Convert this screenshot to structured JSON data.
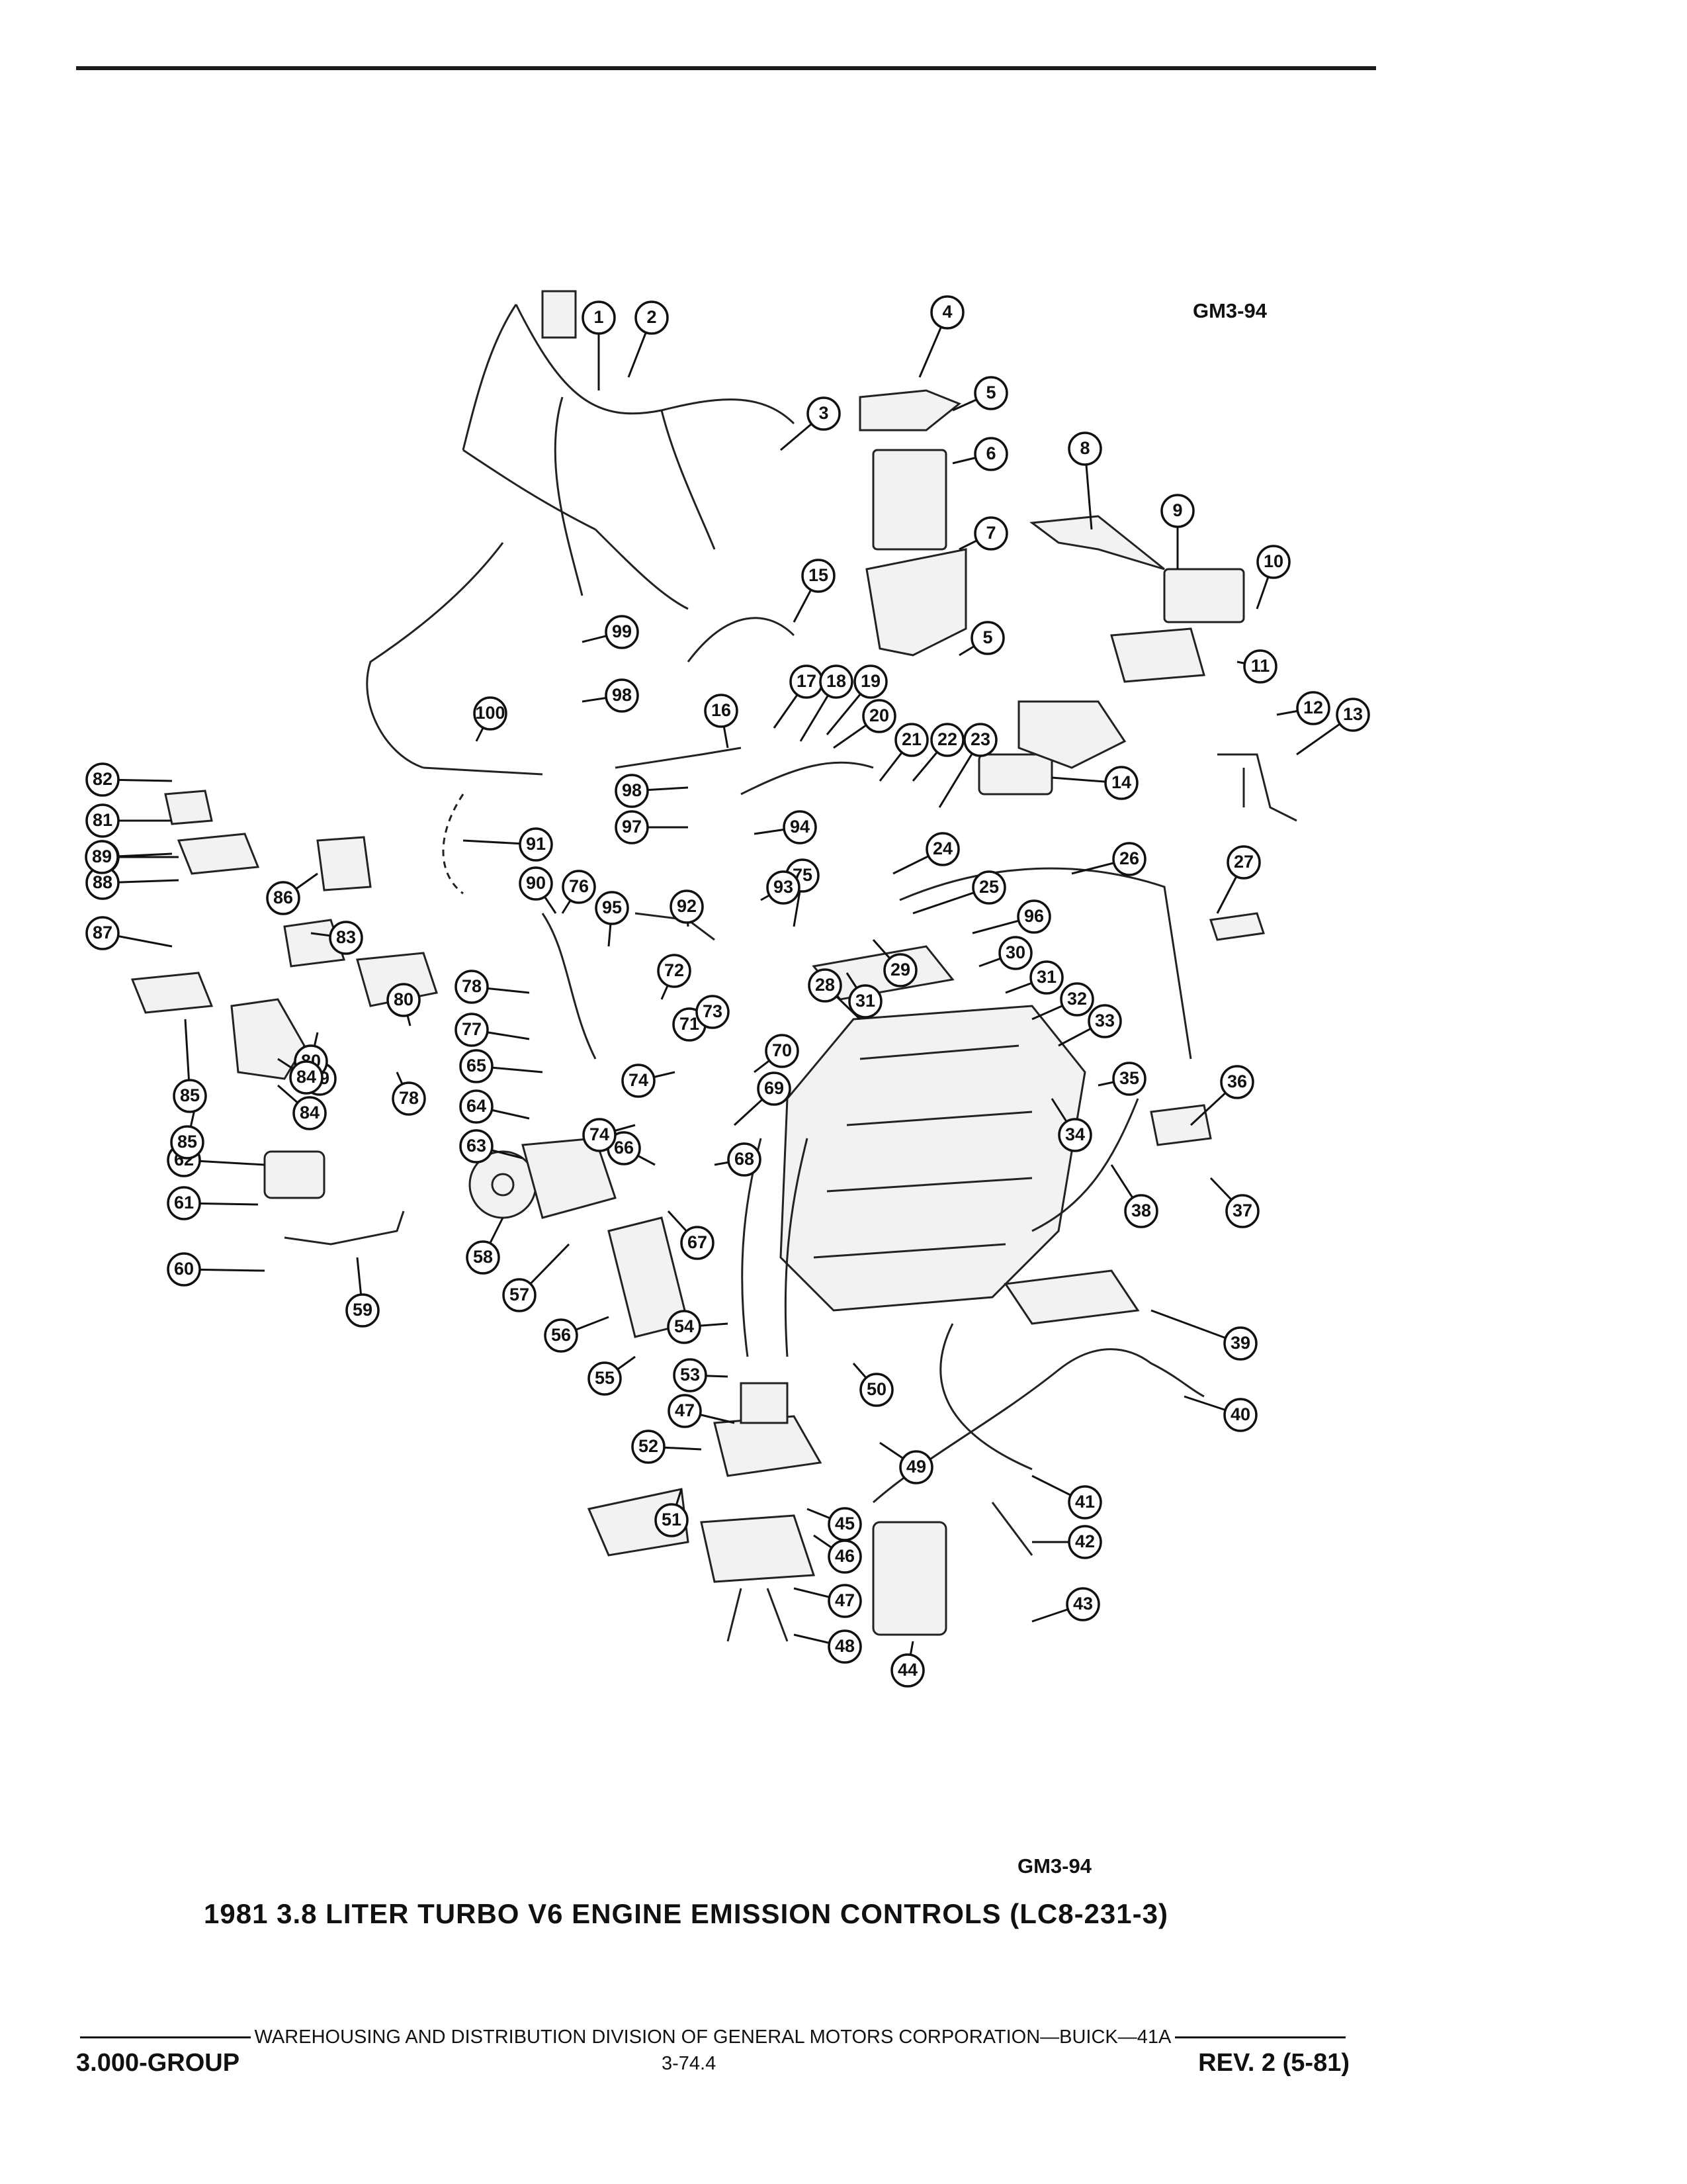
{
  "figure_code": "GM3-94",
  "caption": "1981 3.8 LITER TURBO V6 ENGINE EMISSION CONTROLS (LC8-231-3)",
  "footer": {
    "division_line": "WAREHOUSING AND DISTRIBUTION  DIVISION OF GENERAL MOTORS CORPORATION—BUICK—41A",
    "group": "3.000-GROUP",
    "page": "3-74.4",
    "revision": "REV. 2 (5-81)"
  },
  "callouts": [
    "1",
    "2",
    "3",
    "4",
    "5",
    "6",
    "7",
    "5",
    "8",
    "9",
    "10",
    "11",
    "12",
    "13",
    "14",
    "15",
    "16",
    "17",
    "18",
    "19",
    "20",
    "21",
    "22",
    "23",
    "24",
    "25",
    "26",
    "27",
    "28",
    "29",
    "30",
    "31",
    "31",
    "32",
    "33",
    "34",
    "35",
    "36",
    "37",
    "38",
    "39",
    "40",
    "41",
    "42",
    "43",
    "44",
    "45",
    "46",
    "47",
    "47",
    "48",
    "49",
    "50",
    "51",
    "52",
    "53",
    "54",
    "55",
    "56",
    "57",
    "58",
    "59",
    "60",
    "61",
    "62",
    "63",
    "64",
    "65",
    "66",
    "67",
    "68",
    "69",
    "70",
    "71",
    "72",
    "73",
    "74",
    "74",
    "75",
    "76",
    "77",
    "78",
    "78",
    "79",
    "80",
    "80",
    "81",
    "81",
    "82",
    "83",
    "84",
    "84",
    "85",
    "85",
    "86",
    "87",
    "88",
    "89",
    "90",
    "91",
    "92",
    "93",
    "94",
    "95",
    "96",
    "97",
    "98",
    "98",
    "99",
    "100"
  ]
}
